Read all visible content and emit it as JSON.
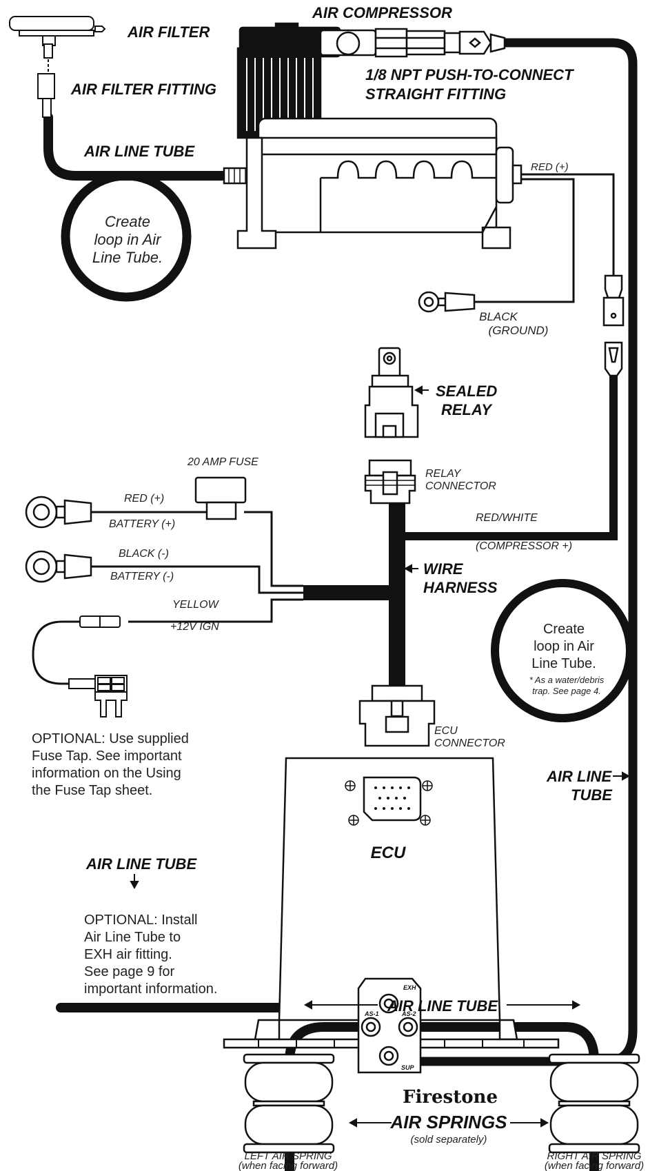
{
  "labels": {
    "air_compressor": "AIR COMPRESSOR",
    "air_filter": "AIR FILTER",
    "air_filter_fitting": "AIR FILTER FITTING",
    "push_fitting_1": "1/8 NPT PUSH-TO-CONNECT",
    "push_fitting_2": "STRAIGHT FITTING",
    "air_line_tube_top": "AIR LINE TUBE",
    "loop_left_1": "Create",
    "loop_left_2": "loop in Air",
    "loop_left_3": "Line Tube.",
    "red_plus_top": "RED (+)",
    "black_ground_1": "BLACK",
    "black_ground_2": "(GROUND)",
    "sealed_relay_1": "SEALED",
    "sealed_relay_2": "RELAY",
    "fuse_20amp": "20 AMP FUSE",
    "relay_connector_1": "RELAY",
    "relay_connector_2": "CONNECTOR",
    "red_plus": "RED (+)",
    "battery_plus": "BATTERY (+)",
    "red_white": "RED/WHITE",
    "compressor_plus": "(COMPRESSOR +)",
    "black_minus": "BLACK (-)",
    "battery_minus": "BATTERY (-)",
    "wire_harness_1": "WIRE",
    "wire_harness_2": "HARNESS",
    "yellow": "YELLOW",
    "ign_12v": "+12V IGN",
    "loop_right_1": "Create",
    "loop_right_2": "loop in Air",
    "loop_right_3": "Line Tube.",
    "loop_right_note_1": "* As a water/debris",
    "loop_right_note_2": "trap. See page 4.",
    "optional_fuse_1": "OPTIONAL: Use supplied",
    "optional_fuse_2": "Fuse Tap. See important",
    "optional_fuse_3": "information on the Using",
    "optional_fuse_4": "the Fuse Tap sheet.",
    "ecu_connector_1": "ECU",
    "ecu_connector_2": "CONNECTOR",
    "air_line_right_1": "AIR LINE",
    "air_line_right_2": "TUBE",
    "ecu": "ECU",
    "air_line_tube_left": "AIR LINE TUBE",
    "exh": "EXH",
    "as1": "AS-1",
    "as2": "AS-2",
    "sup": "SUP",
    "optional_exh_1": "OPTIONAL: Install",
    "optional_exh_2": "Air Line Tube to",
    "optional_exh_3": "EXH air fitting.",
    "optional_exh_4": "See page 9 for",
    "optional_exh_5": "important information.",
    "air_line_tube_bottom": "AIR LINE TUBE",
    "brand": "Firestone",
    "air_springs": "AIR SPRINGS",
    "sold_separately": "(sold separately)",
    "left_spring_1": "LEFT AIR SPRING",
    "left_spring_2": "(when facing forward)",
    "right_spring_1": "RIGHT AIR SPRING",
    "right_spring_2": "(when facing forward)"
  },
  "colors": {
    "line": "#111111",
    "background": "#ffffff",
    "part_fill": "#ffffff"
  }
}
